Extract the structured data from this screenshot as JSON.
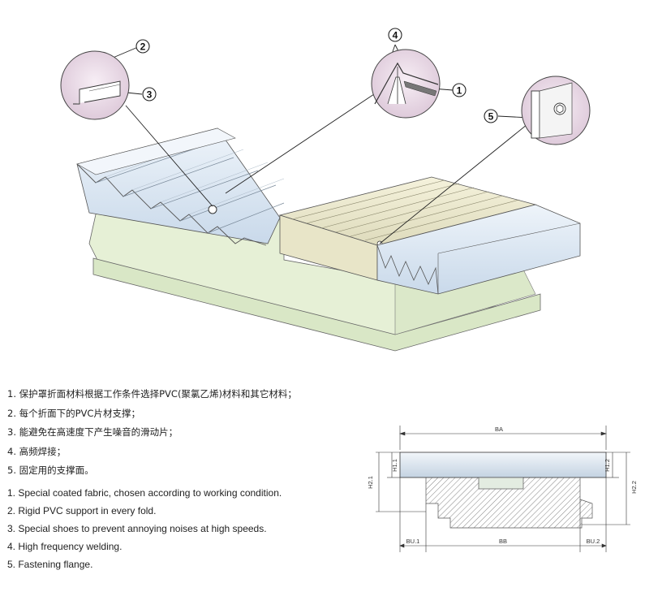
{
  "callouts": [
    "1",
    "2",
    "3",
    "4",
    "5"
  ],
  "notes_zh": [
    "1. 保护罩折面材料根据工作条件选择PVC(聚氯乙烯)材料和其它材料；",
    "2. 每个折面下的PVC片材支撑；",
    "3. 能避免在高速度下产生噪音的滑动片；",
    "4. 高频焊接；",
    "5. 固定用的支撑面。"
  ],
  "notes_en": [
    "1. Special coated fabric, chosen according to working condition.",
    "2. Rigid PVC support in every fold.",
    "3. Special shoes to prevent annoying noises at high speeds.",
    "4. High frequency welding.",
    "5. Fastening flange."
  ],
  "dimensions": {
    "ba": "BA",
    "h1_left": "H1.1",
    "h2_left": "H2.1",
    "h1_right": "H1.2",
    "h2_right": "H2.2",
    "bu1": "BU.1",
    "bb": "BB",
    "bu2": "BU.2"
  },
  "colors": {
    "machine_base": "#e6f0d6",
    "bellows_blue": "#d9e6f2",
    "bellows_cream": "#ece9cf",
    "callout_bubble": "#e8dbe6",
    "outline": "#333333"
  }
}
